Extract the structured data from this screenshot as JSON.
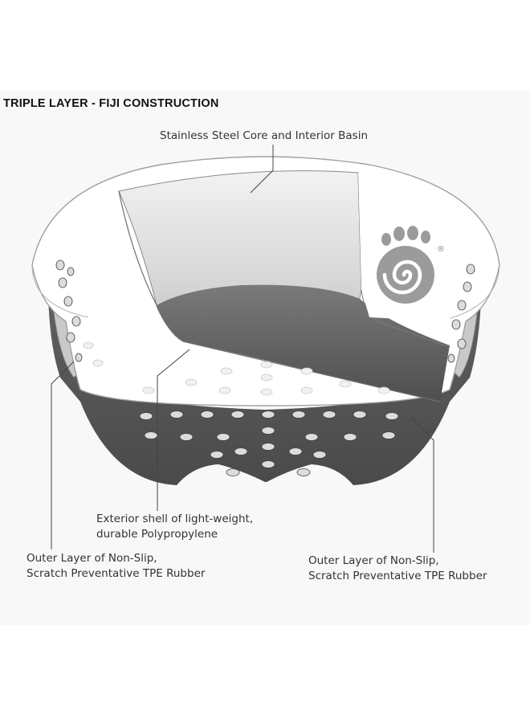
{
  "heading": "TRIPLE LAYER - FIJI CONSTRUCTION",
  "labels": {
    "core": [
      "Stainless Steel Core and Interior Basin"
    ],
    "shell": [
      "Exterior shell of light-weight,",
      "durable Polypropylene"
    ],
    "outer_left": [
      "Outer Layer of Non-Slip,",
      "Scratch Preventative TPE Rubber"
    ],
    "outer_right": [
      "Outer Layer of Non-Slip,",
      "Scratch Preventative TPE Rubber"
    ]
  },
  "logo": {
    "icon": "paw-swirl-logo-icon",
    "mark": "®"
  },
  "colors": {
    "steel_light": "#e4e4e4",
    "steel_dark": "#5f5f5f",
    "rubber": "#5a5a5a",
    "shell": "#ffffff",
    "outline": "#9a9a9a",
    "logo_gray": "#9b9b9b",
    "background_band": "#f7f7f7"
  }
}
